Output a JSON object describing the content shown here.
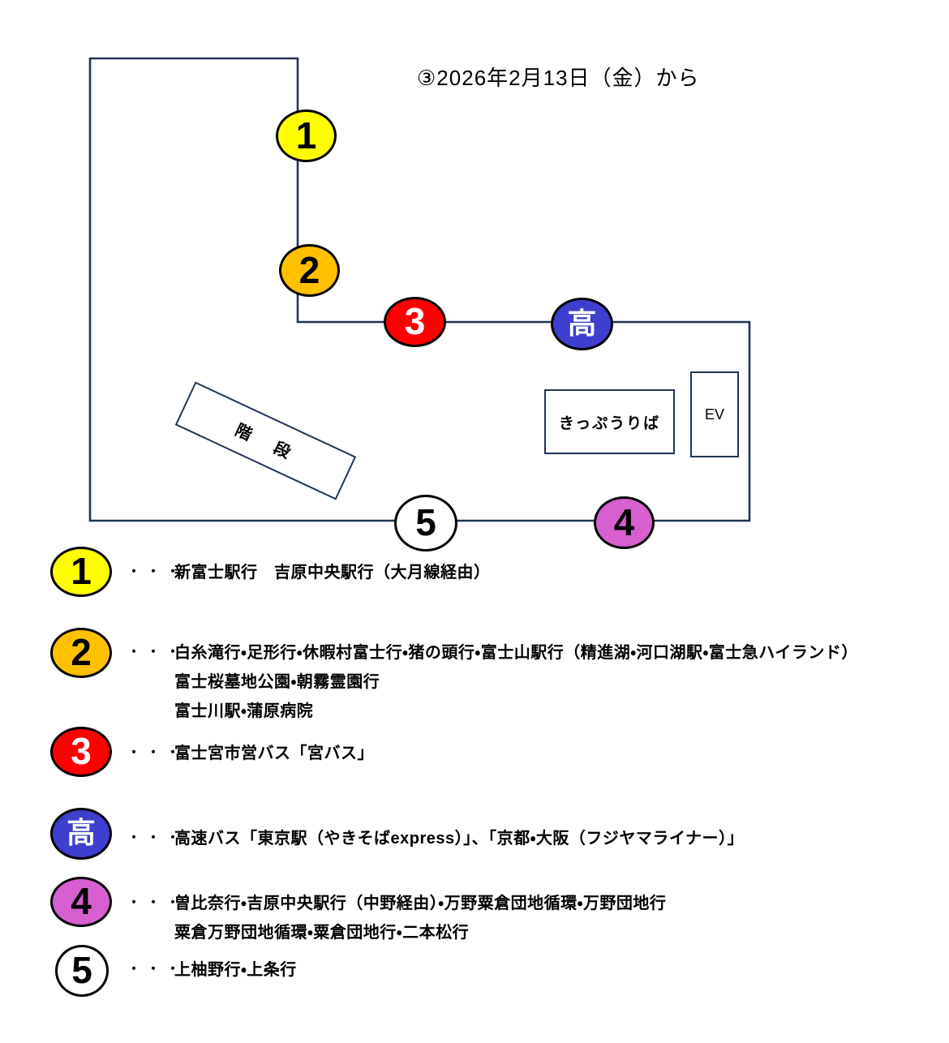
{
  "title": "③2026年2月13日（金）から",
  "map": {
    "stairs_label": "階　段",
    "ticket_office_label": "きっぷうりば",
    "elevator_label": "EV"
  },
  "legend_dots": "・・・",
  "stops": [
    {
      "id": "1",
      "label": "1",
      "color": "#ffff00",
      "text_color": "#000000",
      "routes": [
        "新富士駅行　吉原中央駅行（大月線経由）"
      ]
    },
    {
      "id": "2",
      "label": "2",
      "color": "#ffc000",
      "text_color": "#000000",
      "routes": [
        "白糸滝行・足形行・休暇村富士行・猪の頭行・富士山駅行（精進湖・河口湖駅・富士急ハイランド）",
        "富士桜墓地公園・朝霧霊園行",
        "富士川駅・蒲原病院"
      ]
    },
    {
      "id": "3",
      "label": "3",
      "color": "#ff0000",
      "text_color": "#ffffff",
      "routes": [
        "富士宮市営バス「宮バス」"
      ]
    },
    {
      "id": "high",
      "label": "高",
      "color": "#3e3ecf",
      "text_color": "#ffffff",
      "routes": [
        "高速バス「東京駅（やきそばexpress）」、「京都・大阪（フジヤマライナー）」"
      ]
    },
    {
      "id": "4",
      "label": "4",
      "color": "#d75fd0",
      "text_color": "#000000",
      "routes": [
        "曽比奈行・吉原中央駅行（中野経由）・万野粟倉団地循環・万野団地行",
        "粟倉万野団地循環・粟倉団地行・二本松行"
      ]
    },
    {
      "id": "5",
      "label": "5",
      "color": "#ffffff",
      "text_color": "#000000",
      "routes": [
        "上柚野行・上条行"
      ]
    }
  ]
}
